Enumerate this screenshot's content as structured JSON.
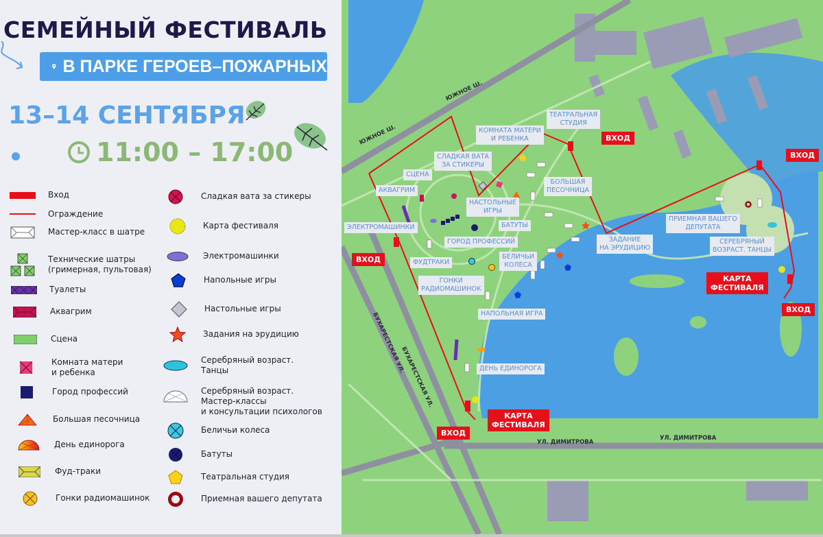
{
  "header": {
    "title": "СЕМЕЙНЫЙ ФЕСТИВАЛЬ",
    "location": "В ПАРКЕ ГЕРОЕВ–ПОЖАРНЫХ",
    "dates": "13–14 СЕНТЯБРЯ",
    "time": "11:00 – 17:00",
    "icons": [
      "location-pin-icon",
      "clock-icon",
      "oak-leaf-icon"
    ]
  },
  "colors": {
    "blue": "#4c9ee6",
    "green": "#8bb874",
    "navy": "#1d1a4a",
    "entrance_red": "#e60f1a",
    "park_green": "#8fd27e",
    "water": "#4d9fe3"
  },
  "legend": {
    "left": [
      {
        "label": "Вход",
        "icon": "red-bar"
      },
      {
        "label": "Ограждение",
        "icon": "red-line"
      },
      {
        "label": "Мастер-класс в шатре",
        "icon": "white-tent"
      },
      {
        "label": "Технические шатры\n(гримерная, пультовая)",
        "icon": "green-squares"
      },
      {
        "label": "Туалеты",
        "icon": "purple-toilets"
      },
      {
        "label": "Аквагрим",
        "icon": "crimson-tent"
      },
      {
        "label": "Сцена",
        "icon": "green-stage"
      },
      {
        "label": "Комната матери\nи ребенка",
        "icon": "pink-square"
      },
      {
        "label": "Город профессий",
        "icon": "navy-square"
      },
      {
        "label": "Большая песочница",
        "icon": "orange-triangle"
      },
      {
        "label": "День единорога",
        "icon": "half-circle-gradient"
      },
      {
        "label": "Фуд-траки",
        "icon": "yellow-tent"
      },
      {
        "label": "Гонки радиомашинок",
        "icon": "yellow-cross-circle"
      }
    ],
    "right": [
      {
        "label": "Сладкая вата за стикеры",
        "icon": "magenta-cross-circle"
      },
      {
        "label": "Карта фестиваля",
        "icon": "yellow-sun"
      },
      {
        "label": "Электромашинки",
        "icon": "purple-ellipse"
      },
      {
        "label": "Напольные игры",
        "icon": "blue-pentagon"
      },
      {
        "label": "Настольные игры",
        "icon": "grey-diamond"
      },
      {
        "label": "Задания на эрудицию",
        "icon": "orange-star"
      },
      {
        "label": "Серебряный возраст.\nТанцы",
        "icon": "cyan-ellipse"
      },
      {
        "label": "Серебряный возраст.\nМастер-классы\nи консультации психологов",
        "icon": "white-half-circle"
      },
      {
        "label": "Беличьи колеса",
        "icon": "cyan-cross-circle"
      },
      {
        "label": "Батуты",
        "icon": "navy-circle"
      },
      {
        "label": "Театральная студия",
        "icon": "yellow-pentagon"
      },
      {
        "label": "Приемная вашего депутата",
        "icon": "red-ring"
      }
    ]
  },
  "map": {
    "labels": [
      "ТЕАТРАЛЬНАЯ\nСТУДИЯ",
      "КОМНАТА МАТЕРИ\nИ РЕБЕНКА",
      "СЛАДКАЯ ВАТА\nЗА СТИКЕРЫ",
      "СЦЕНА",
      "АКВАГРИМ",
      "БОЛЬШАЯ\nПЕСОЧНИЦА",
      "НАСТОЛЬНЫЕ\nИГРЫ",
      "БАТУТЫ",
      "ЭЛЕКТРОМАШИНКИ",
      "ГОРОД ПРОФЕССИЙ",
      "ФУДТРАКИ",
      "БЕЛИЧЬИ\nКОЛЕСА",
      "ГОНКИ\nРАДИОМАШИНОК",
      "ЗАДАНИЕ\nНА ЭРУДИЦИЮ",
      "ПРИЕМНАЯ ВАШЕГО\nДЕПУТАТА",
      "СЕРЕБРЯНЫЙ\nВОЗРАСТ. ТАНЦЫ",
      "НАПОЛЬНАЯ ИГРА",
      "ДЕНЬ ЕДИНОРОГА"
    ],
    "entrance_label": "ВХОД",
    "map_label": "КАРТА\nФЕСТИВАЛЯ",
    "streets": {
      "south_highway": "ЮЖНОЕ Ш.",
      "bucharest": "БУХАРЕСТСКАЯ УЛ.",
      "dimitrova": "УЛ. ДИМИТРОВА"
    }
  }
}
